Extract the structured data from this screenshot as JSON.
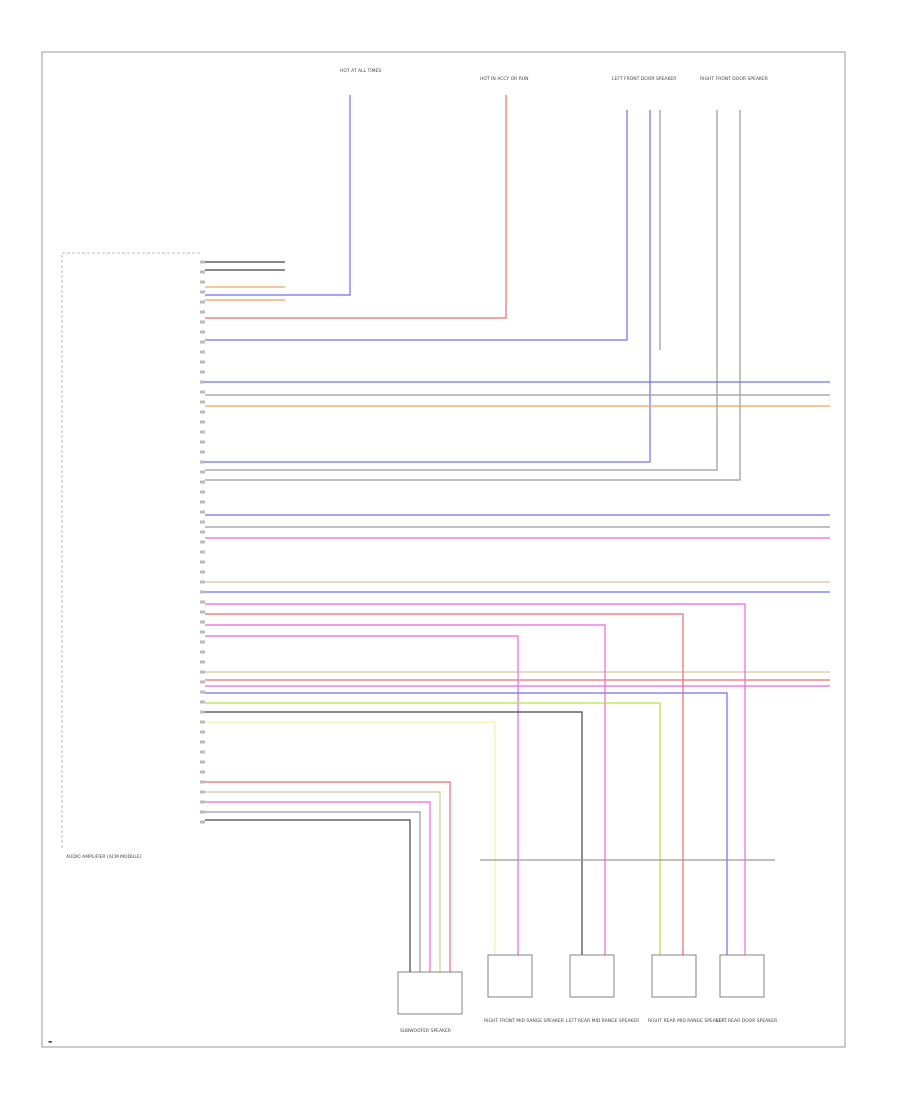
{
  "wire_colors": {
    "blue": "#6f6ff5",
    "red": "#f06a6a",
    "gray": "#9a9a9a",
    "orange": "#f2a060",
    "pink": "#ee66dd",
    "yellow_green": "#b8e040",
    "yellow": "#f2f2a0",
    "black": "#444444",
    "tan": "#d8c898"
  },
  "components": {
    "hot_at_all_times": "HOT AT ALL TIMES",
    "hot_in_accy_run": "HOT IN ACCY OR RUN",
    "left_front_speaker": "LEFT FRONT DOOR SPEAKER",
    "right_front_speaker": "RIGHT FRONT DOOR SPEAKER",
    "audio_amplifier": "AUDIO AMPLIFIER (ACM MODULE)",
    "subwoofer": "SUBWOOFER SPEAKER",
    "right_front_mid_speaker": "RIGHT FRONT MID RANGE SPEAKER",
    "left_rear_mid_speaker": "LEFT REAR MID RANGE SPEAKER",
    "right_rear_mid_speaker": "RIGHT REAR MID RANGE SPEAKER",
    "left_rear_door_speaker": "LEFT REAR DOOR SPEAKER"
  }
}
